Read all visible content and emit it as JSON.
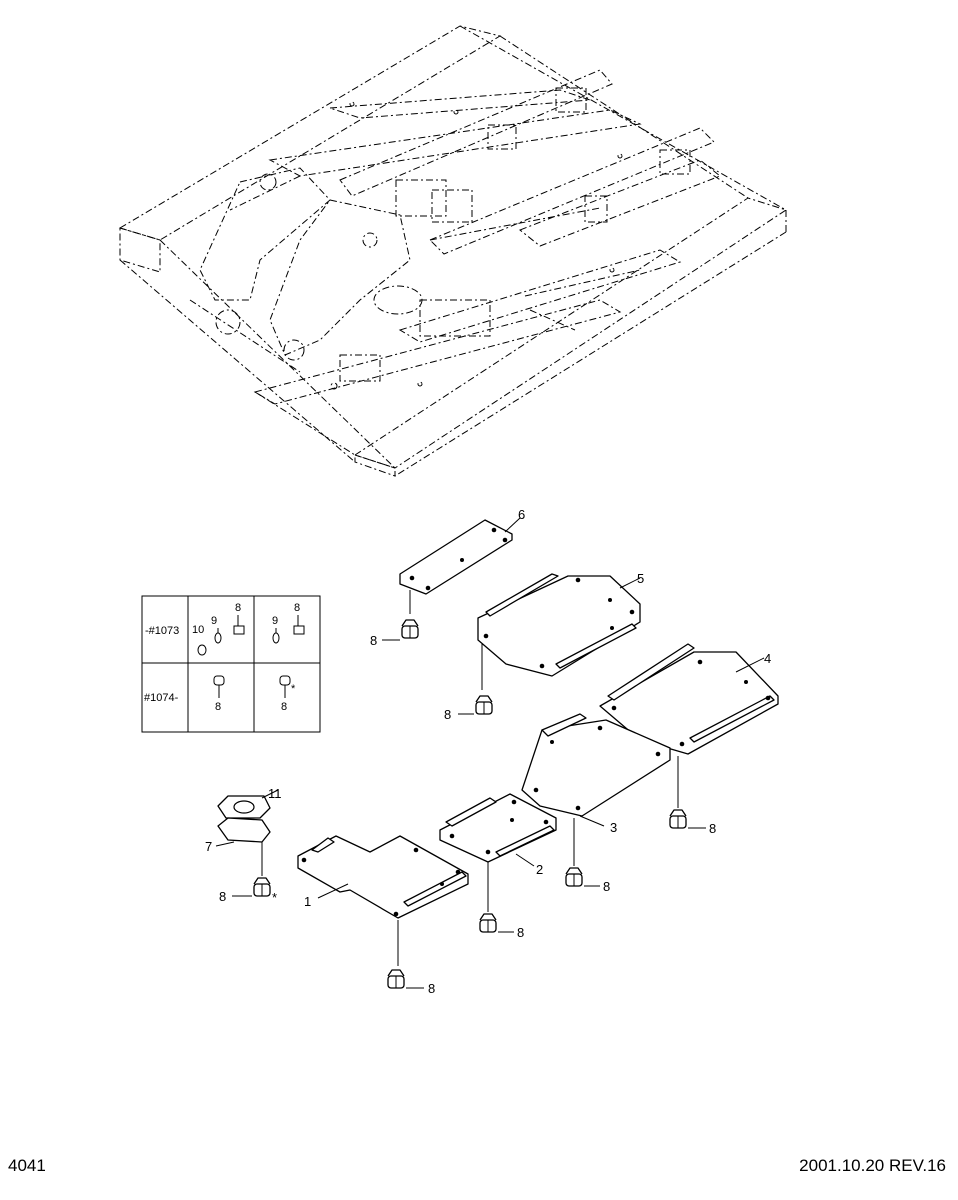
{
  "page_number": "4041",
  "revision": "2001.10.20 REV.16",
  "part_labels": {
    "p1": "1",
    "p2": "2",
    "p3": "3",
    "p4": "4",
    "p5": "5",
    "p6": "6",
    "p7": "7",
    "p8a": "8",
    "p8b": "8",
    "p8c": "8",
    "p8d": "8",
    "p8e": "8",
    "p8f": "8",
    "p8g": "8",
    "p11": "11",
    "star": "*"
  },
  "serial_table": {
    "row1_label": "-#1073",
    "row2_label": "#1074-",
    "r1c1": {
      "a": "10",
      "b": "9",
      "c": "8"
    },
    "r1c2": {
      "b": "9",
      "c": "8"
    },
    "r2c1": {
      "c": "8"
    },
    "r2c2": {
      "c": "8",
      "star": "*"
    }
  }
}
